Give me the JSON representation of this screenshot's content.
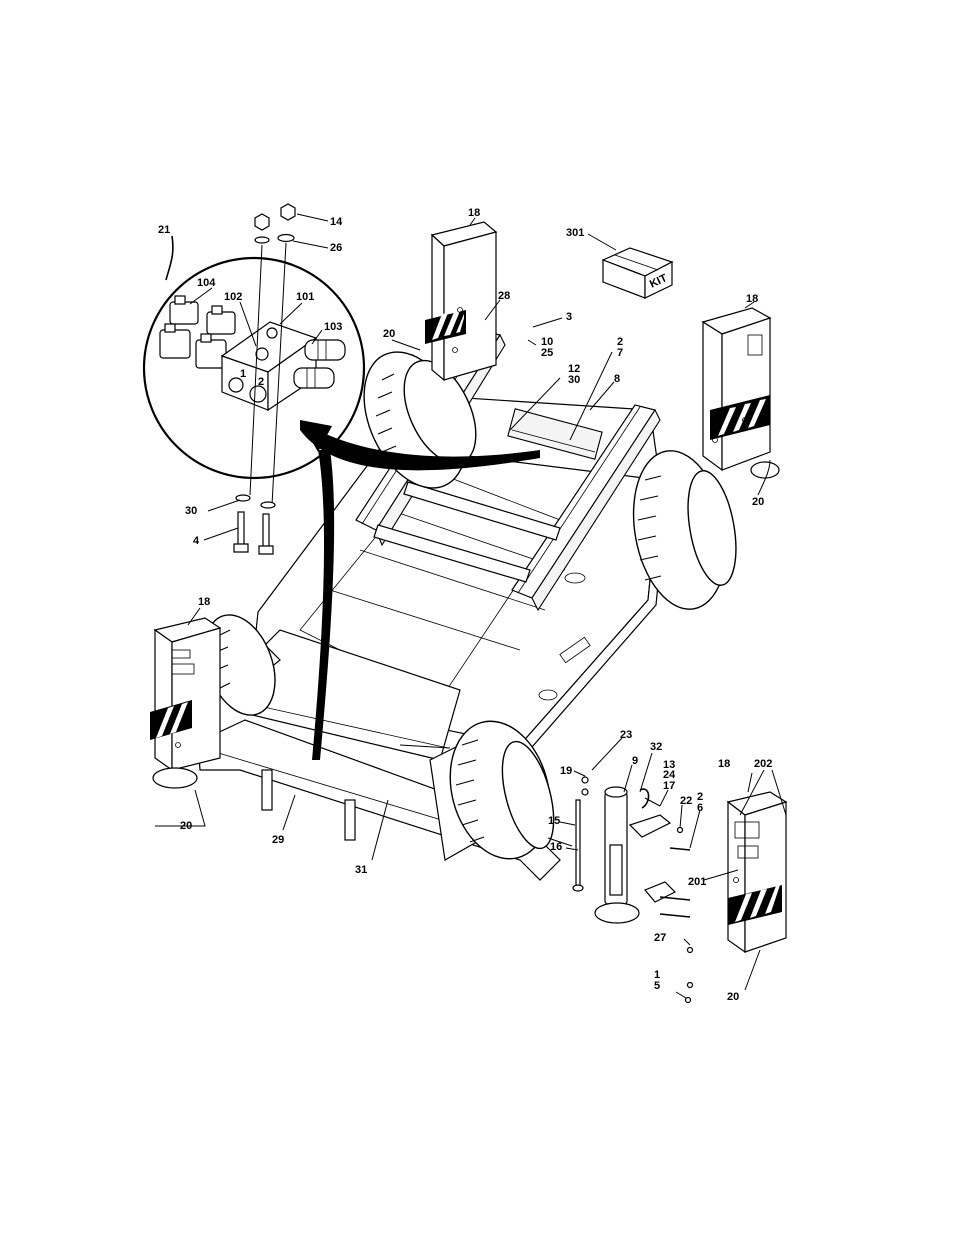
{
  "callouts": {
    "c21": "21",
    "c14": "14",
    "c26": "26",
    "c18_rear_left": "18",
    "c301": "301",
    "c104": "104",
    "c102": "102",
    "c101": "101",
    "c103": "103",
    "c28": "28",
    "c18_rear_right": "18",
    "c3": "3",
    "c20_rear_left": "20",
    "c10": "10",
    "c25": "25",
    "c2a": "2",
    "c7": "7",
    "c12": "12",
    "c30a": "30",
    "c8": "8",
    "c20_rear_right": "20",
    "c30b": "30",
    "c4": "4",
    "c18_front_left": "18",
    "c23": "23",
    "c32": "32",
    "c18_front_right": "18",
    "c202": "202",
    "c19": "19",
    "c9": "9",
    "c13": "13",
    "c24": "24",
    "c17": "17",
    "c22": "22",
    "c2b": "2",
    "c6": "6",
    "c15": "15",
    "c20_front_left": "20",
    "c29": "29",
    "c16": "16",
    "c31": "31",
    "c201": "201",
    "c27": "27",
    "c1": "1",
    "c5": "5",
    "c20_front_right": "20"
  },
  "kit_box_text": "KIT",
  "detail_port_marks": {
    "p1": "1",
    "p2": "2"
  }
}
